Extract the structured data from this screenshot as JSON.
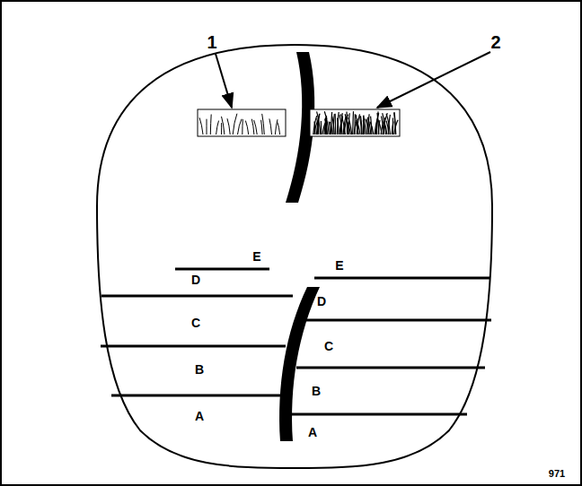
{
  "diagram": {
    "labels": [
      "1",
      "2",
      "E",
      "D",
      "C",
      "B",
      "A",
      "E",
      "D",
      "C",
      "B",
      "A",
      "971"
    ]
  }
}
